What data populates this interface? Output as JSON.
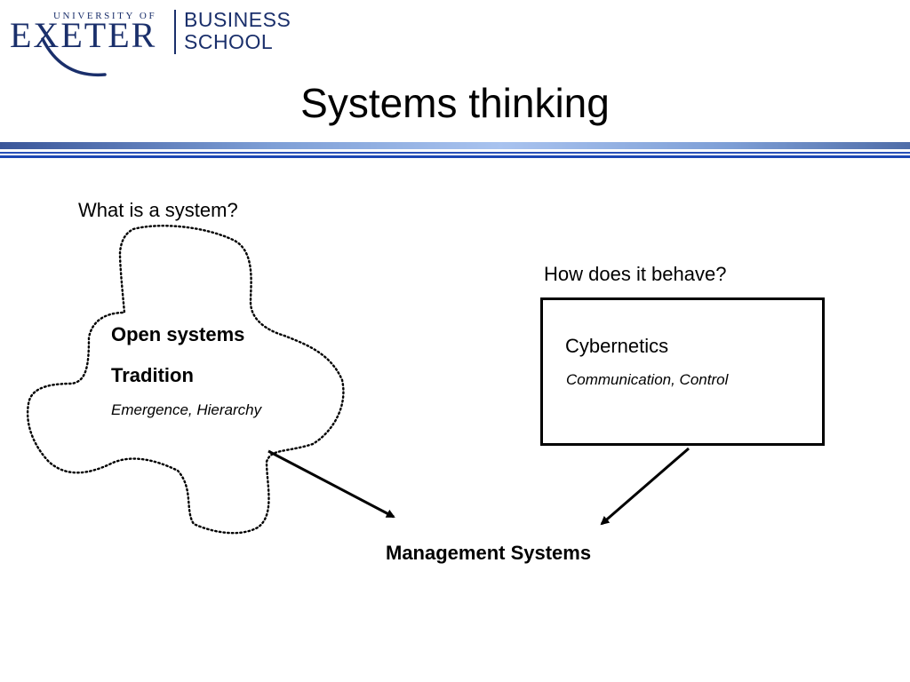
{
  "logo": {
    "university_of": "UNIVERSITY OF",
    "exeter": "EXETER",
    "business": "BUSINESS",
    "school": "SCHOOL",
    "color": "#1a2f6b"
  },
  "slide": {
    "title": "Systems thinking"
  },
  "diagram": {
    "question_left": "What is a system?",
    "question_right": "How does it behave?",
    "cloud": {
      "heading_line1": "Open systems",
      "heading_line2": "Tradition",
      "subtitle": "Emergence, Hierarchy"
    },
    "box": {
      "heading": "Cybernetics",
      "subtitle": "Communication, Control"
    },
    "target": "Management Systems"
  },
  "colors": {
    "accent_blue": "#2750b8",
    "rule_light": "#a9c3ef"
  }
}
